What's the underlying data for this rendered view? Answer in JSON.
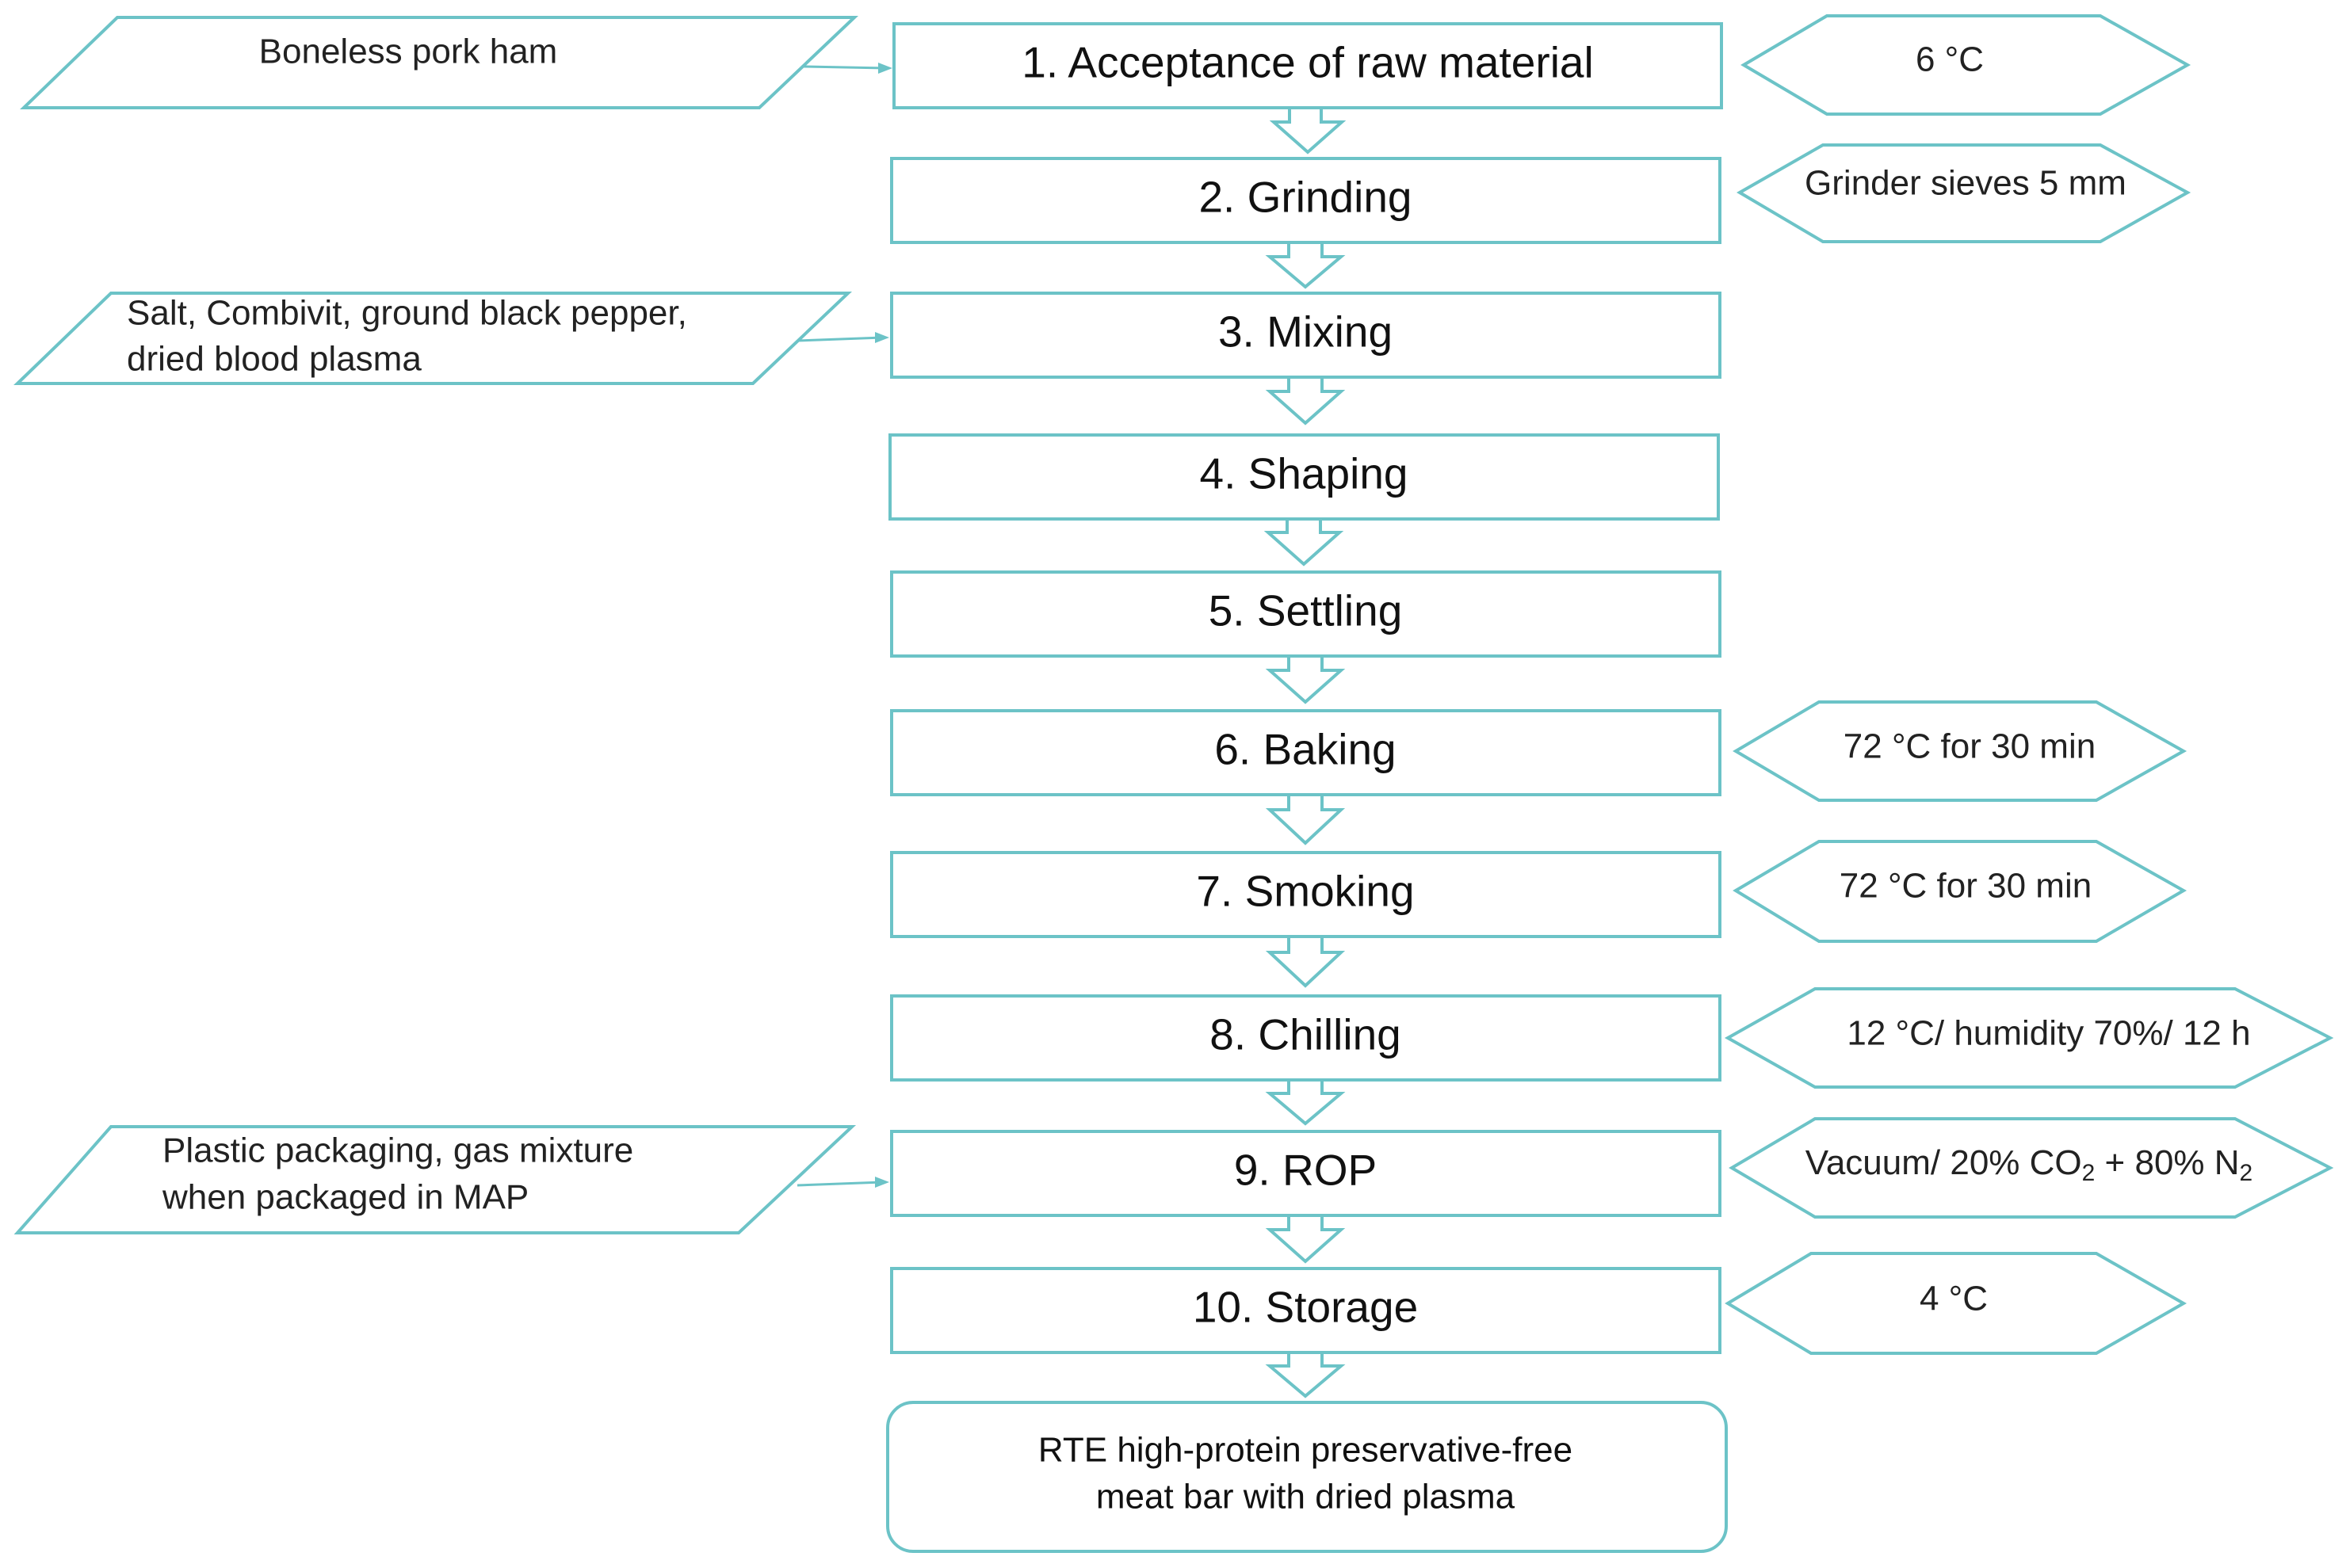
{
  "diagram": {
    "accent_color": "#6cc3c7",
    "steps": [
      {
        "label": "1. Acceptance of raw material"
      },
      {
        "label": "2. Grinding"
      },
      {
        "label": "3. Mixing"
      },
      {
        "label": "4. Shaping"
      },
      {
        "label": "5. Settling"
      },
      {
        "label": "6. Baking"
      },
      {
        "label": "7. Smoking"
      },
      {
        "label": "8. Chilling"
      },
      {
        "label": "9. ROP"
      },
      {
        "label": "10. Storage"
      }
    ],
    "inputs": {
      "raw_material": {
        "lines": [
          "Boneless pork ham"
        ]
      },
      "ingredients": {
        "lines": [
          "Salt, Combivit, ground black pepper,",
          "dried blood plasma"
        ]
      },
      "packaging": {
        "lines": [
          "Plastic packaging, gas mixture",
          "when packaged in MAP"
        ]
      }
    },
    "parameters": {
      "acceptance": "6 °C",
      "grinding": "Grinder sieves 5 mm",
      "baking": "72 °C for 30 min",
      "smoking": "72 °C for 30 min",
      "chilling": "12 °C/ humidity 70%/ 12 h",
      "rop": {
        "part1": "Vacuum/ 20% CO",
        "sub1": "2",
        "part2": " + 80% N",
        "sub2": "2"
      },
      "storage": "4 °C"
    },
    "product": {
      "lines": [
        "RTE high-protein preservative-free",
        "meat bar with dried plasma"
      ]
    }
  }
}
